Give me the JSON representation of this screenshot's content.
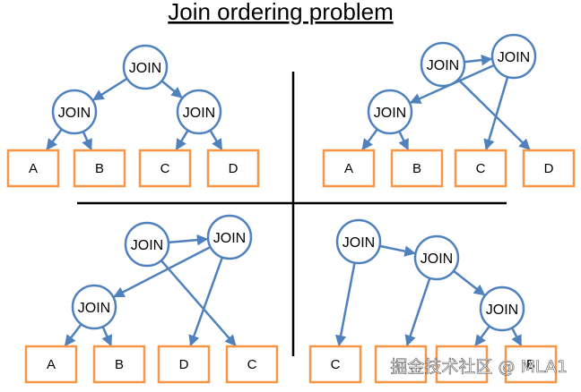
{
  "title": "Join ordering problem",
  "watermark": "掘金技术社区 @ MLA1",
  "colors": {
    "node_stroke": "#4f81bd",
    "edge": "#4f81bd",
    "leaf_stroke": "#f79646",
    "divider": "#000000"
  },
  "quadrants": [
    {
      "id": "top-left",
      "nodes": [
        {
          "id": "j1",
          "kind": "join",
          "label": "JOIN"
        },
        {
          "id": "j2",
          "kind": "join",
          "label": "JOIN"
        },
        {
          "id": "j3",
          "kind": "join",
          "label": "JOIN"
        },
        {
          "id": "a",
          "kind": "leaf",
          "label": "A"
        },
        {
          "id": "b",
          "kind": "leaf",
          "label": "B"
        },
        {
          "id": "c",
          "kind": "leaf",
          "label": "C"
        },
        {
          "id": "d",
          "kind": "leaf",
          "label": "D"
        }
      ],
      "edges": [
        [
          "j1",
          "j2"
        ],
        [
          "j1",
          "j3"
        ],
        [
          "j2",
          "a"
        ],
        [
          "j2",
          "b"
        ],
        [
          "j3",
          "c"
        ],
        [
          "j3",
          "d"
        ]
      ]
    },
    {
      "id": "top-right",
      "nodes": [
        {
          "id": "j1",
          "kind": "join",
          "label": "JOIN"
        },
        {
          "id": "j2",
          "kind": "join",
          "label": "JOIN"
        },
        {
          "id": "j3",
          "kind": "join",
          "label": "JOIN"
        },
        {
          "id": "a",
          "kind": "leaf",
          "label": "A"
        },
        {
          "id": "b",
          "kind": "leaf",
          "label": "B"
        },
        {
          "id": "c",
          "kind": "leaf",
          "label": "C"
        },
        {
          "id": "d",
          "kind": "leaf",
          "label": "D"
        }
      ],
      "edges": [
        [
          "j1",
          "j2"
        ],
        [
          "j1",
          "d"
        ],
        [
          "j2",
          "j3"
        ],
        [
          "j2",
          "c"
        ],
        [
          "j3",
          "a"
        ],
        [
          "j3",
          "b"
        ]
      ]
    },
    {
      "id": "bottom-left",
      "nodes": [
        {
          "id": "j1",
          "kind": "join",
          "label": "JOIN"
        },
        {
          "id": "j2",
          "kind": "join",
          "label": "JOIN"
        },
        {
          "id": "j3",
          "kind": "join",
          "label": "JOIN"
        },
        {
          "id": "a",
          "kind": "leaf",
          "label": "A"
        },
        {
          "id": "b",
          "kind": "leaf",
          "label": "B"
        },
        {
          "id": "d",
          "kind": "leaf",
          "label": "D"
        },
        {
          "id": "c",
          "kind": "leaf",
          "label": "C"
        }
      ],
      "edges": [
        [
          "j1",
          "j2"
        ],
        [
          "j1",
          "c"
        ],
        [
          "j2",
          "j3"
        ],
        [
          "j2",
          "d"
        ],
        [
          "j3",
          "a"
        ],
        [
          "j3",
          "b"
        ]
      ]
    },
    {
      "id": "bottom-right",
      "nodes": [
        {
          "id": "j1",
          "kind": "join",
          "label": "JOIN"
        },
        {
          "id": "j2",
          "kind": "join",
          "label": "JOIN"
        },
        {
          "id": "j3",
          "kind": "join",
          "label": "JOIN"
        },
        {
          "id": "c",
          "kind": "leaf",
          "label": "C"
        },
        {
          "id": "l2",
          "kind": "leaf",
          "label": ""
        },
        {
          "id": "l3",
          "kind": "leaf",
          "label": ""
        },
        {
          "id": "b",
          "kind": "leaf",
          "label": "B"
        }
      ],
      "edges": [
        [
          "j1",
          "j2"
        ],
        [
          "j1",
          "c"
        ],
        [
          "j2",
          "j3"
        ],
        [
          "j2",
          "l2"
        ],
        [
          "j3",
          "l3"
        ],
        [
          "j3",
          "b"
        ]
      ]
    }
  ]
}
